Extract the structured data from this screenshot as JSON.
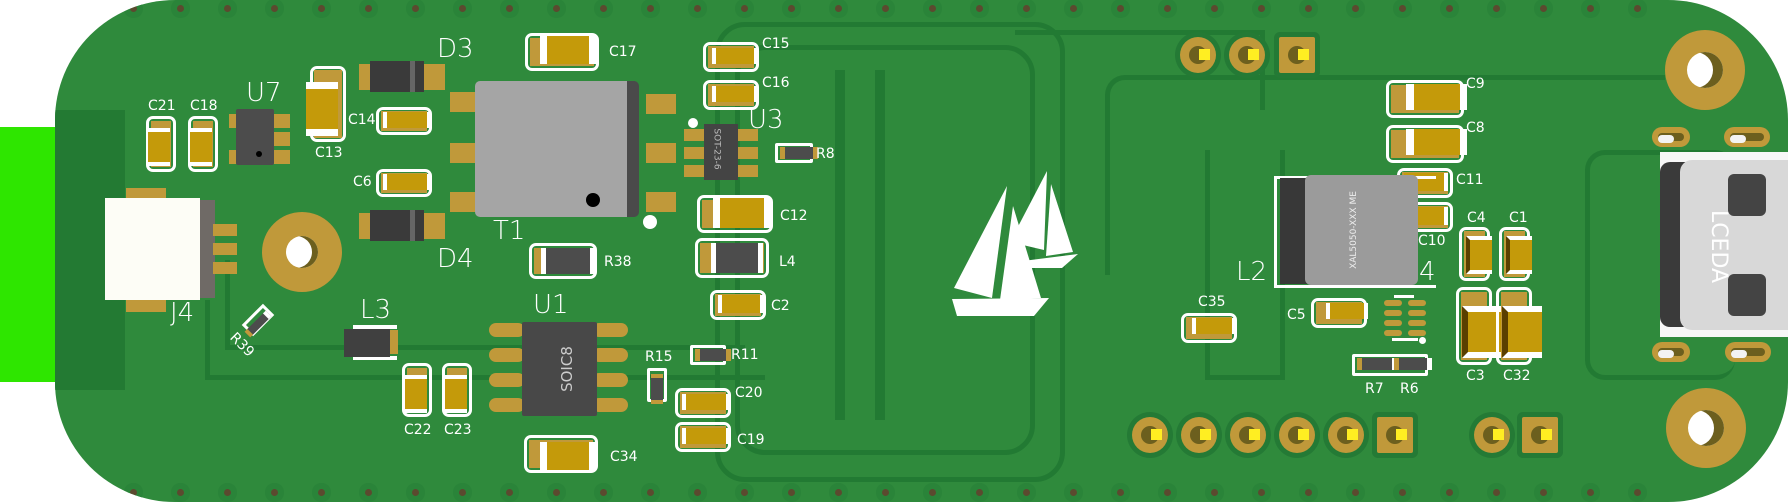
{
  "scene": {
    "type": "PCB 3D render",
    "colors": {
      "board": "#2f8a3c",
      "trace": "#227a33",
      "pad_gold": "#c0993a",
      "cap_body": "#c49a0a",
      "silkscreen": "#ffffff",
      "ic_body": "#4c4c4c",
      "edge_tab": "#2ee600",
      "pin_yellow": "#ffee22"
    }
  },
  "designators": {
    "C21": "C21",
    "C18": "C18",
    "U7": "U7",
    "C13": "C13",
    "C14": "C14",
    "D3": "D3",
    "D4": "D4",
    "C6": "C6",
    "T1": "T1",
    "C17": "C17",
    "C15": "C15",
    "C16": "C16",
    "U3": "U3",
    "R8": "R8",
    "C12": "C12",
    "L4": "L4",
    "C2": "C2",
    "R38": "R38",
    "U1": "U1",
    "R15": "R15",
    "R11": "R11",
    "C20": "C20",
    "C19": "C19",
    "C34": "C34",
    "C22": "C22",
    "C23": "C23",
    "L3": "L3",
    "J4": "J4",
    "R39": "R39",
    "C9": "C9",
    "C8": "C8",
    "C11": "C11",
    "C10": "C10",
    "L2": "L2",
    "U4_partial": "4",
    "C4": "C4",
    "C1": "C1",
    "C3": "C3",
    "C32": "C32",
    "C35": "C35",
    "C5": "C5",
    "R7": "R7",
    "R6": "R6"
  },
  "package_marks": {
    "u1": "SOIC8",
    "u3": "SOT-23-6",
    "l2": "XAL5050-XXX ME",
    "usb": "LCEDA"
  },
  "connectors": {
    "top_header_pins": 3,
    "bottom_header_pins": 6,
    "bottom_right_header_pins": 2
  }
}
